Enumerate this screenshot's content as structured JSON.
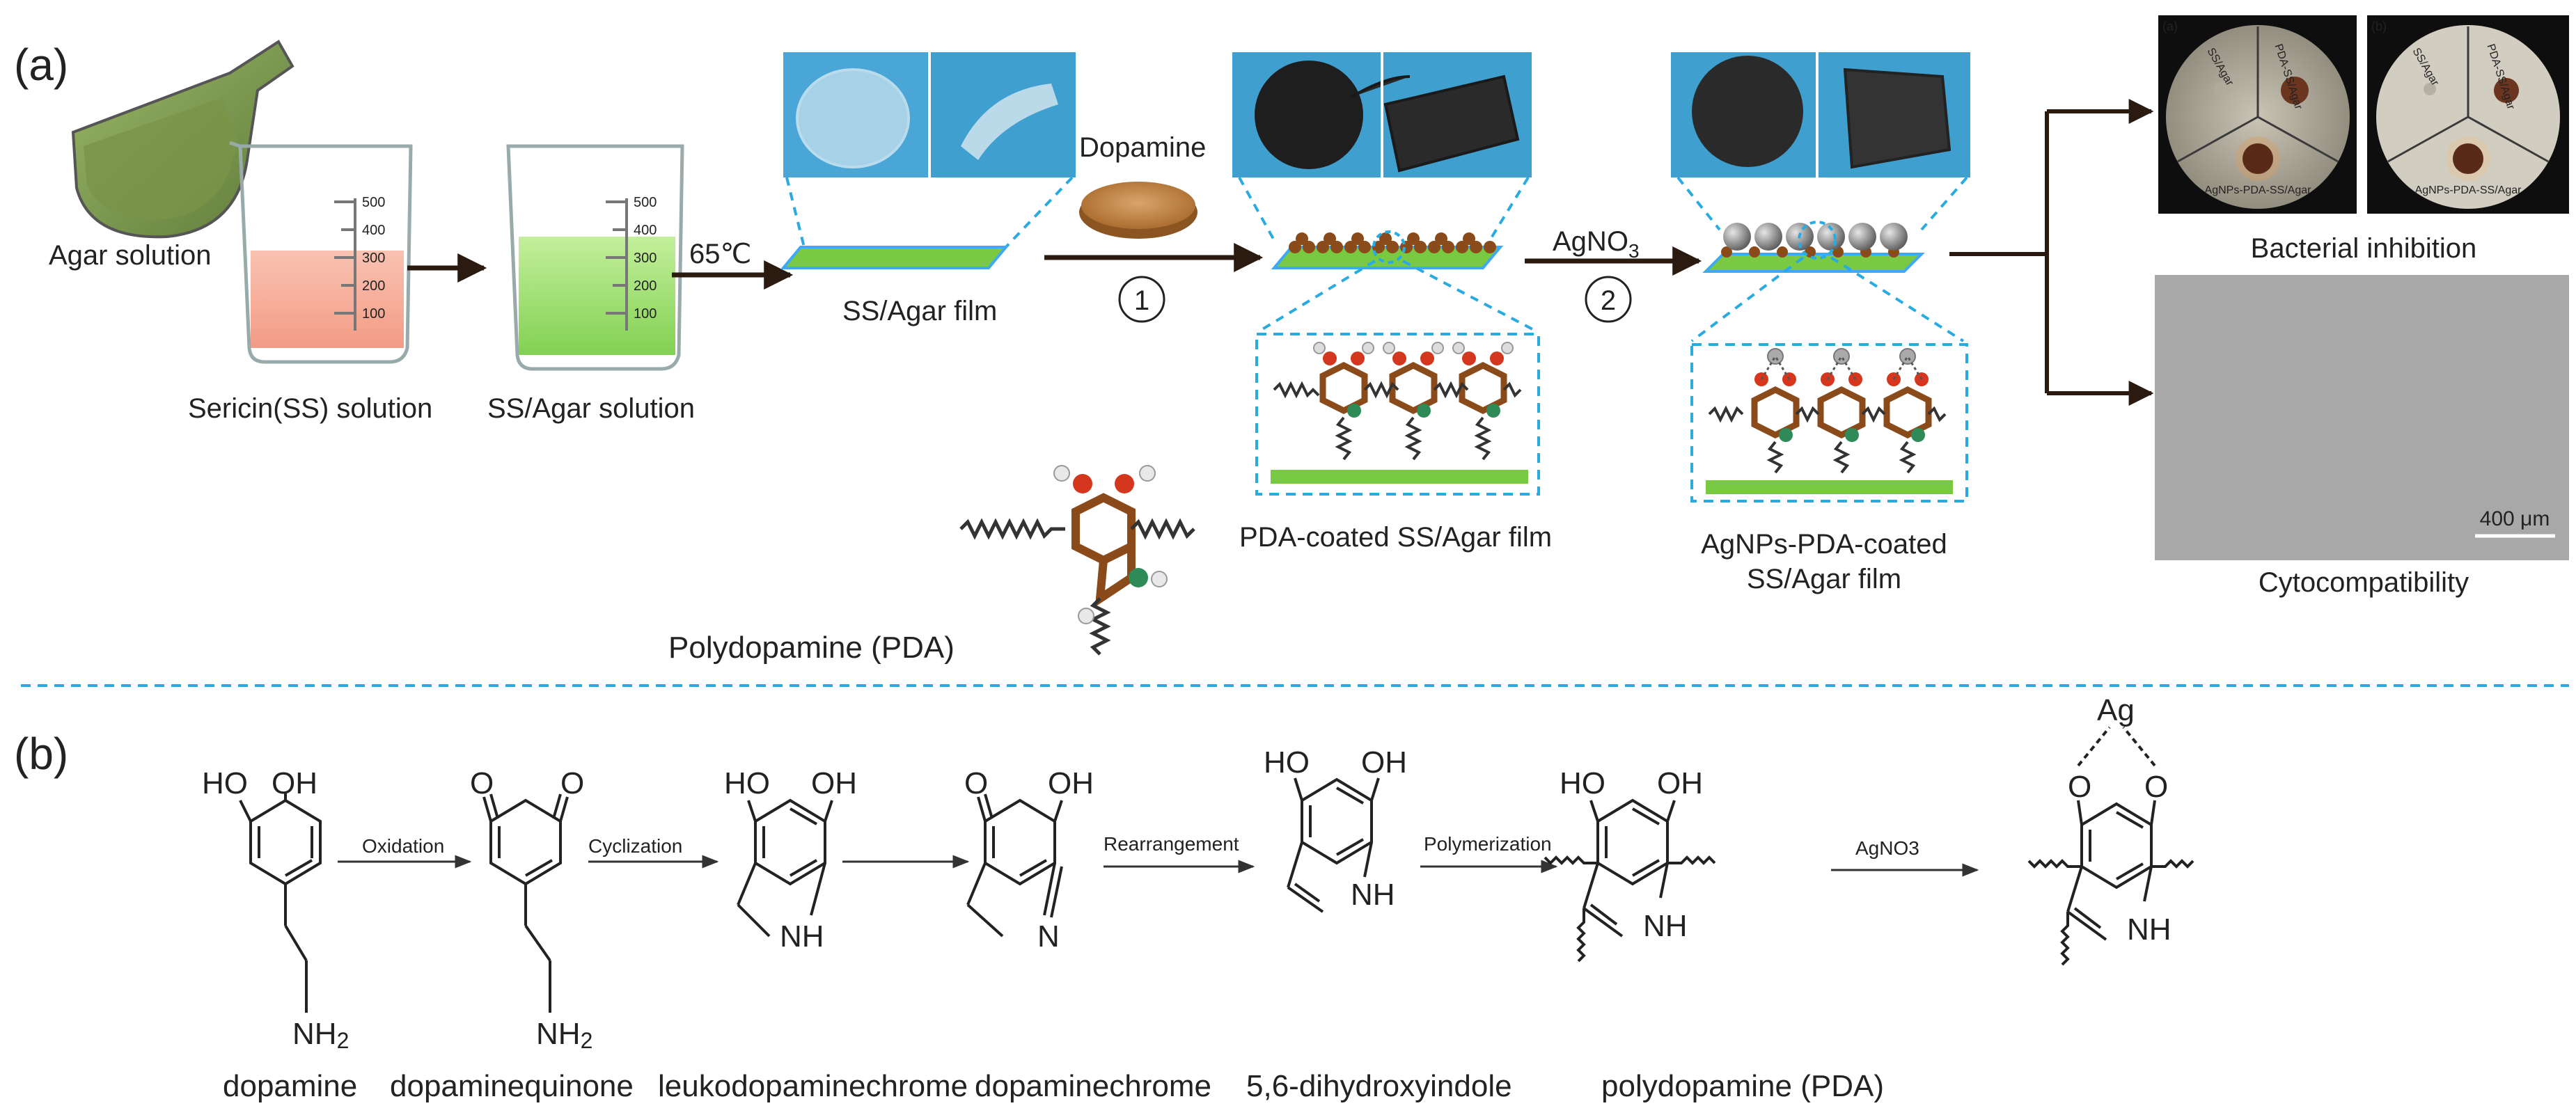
{
  "panel_a": {
    "tag": "(a)",
    "agar_solution": "Agar solution",
    "sericin_solution": "Sericin(SS) solution",
    "ss_agar_solution": "SS/Agar solution",
    "temperature": "65℃",
    "ss_agar_film": "SS/Agar film",
    "dopamine": "Dopamine",
    "step1": "1",
    "agno3": "AgNO",
    "agno3_sub": "3",
    "step2": "2",
    "pda_film": "PDA-coated SS/Agar film",
    "agnps_film_line1": "AgNPs-PDA-coated",
    "agnps_film_line2": "SS/Agar film",
    "polydopamine_label": "Polydopamine (PDA)",
    "bacterial_inhibition": "Bacterial inhibition",
    "cytocompatibility": "Cytocompatibility",
    "scale_bar": "400 μm",
    "beaker_ticks": [
      "500",
      "400",
      "300",
      "200",
      "100"
    ],
    "petri_a": {
      "tag": "(a)",
      "sector1": "SS/Agar",
      "sector2": "PDA-SS/Agar",
      "sector3": "AgNPs-PDA-SS/Agar"
    },
    "petri_b": {
      "tag": "(b)",
      "sector1": "SS/Agar",
      "sector2": "PDA-SS/Agar",
      "sector3": "AgNPs-PDA-SS/Agar"
    }
  },
  "panel_b": {
    "tag": "(b)",
    "ag": "Ag",
    "steps": {
      "oxidation": "Oxidation",
      "cyclization": "Cyclization",
      "rearrangement": "Rearrangement",
      "polymerization": "Polymerization",
      "agno3": "AgNO3"
    },
    "atoms": {
      "ho": "HO",
      "oh": "OH",
      "o": "O",
      "nh": "NH",
      "n": "N",
      "nh2": "NH",
      "nh2_sub": "2"
    },
    "compounds": [
      "dopamine",
      "dopaminequinone",
      "leukodopaminechrome",
      "dopaminechrome",
      "5,6-dihydroxyindole",
      "polydopamine (PDA)"
    ]
  },
  "colors": {
    "divider": "#29abe2",
    "film_green": "#7ac943",
    "film_blue": "#3fa9f5",
    "arrow": "#2b1a10",
    "pda_brown": "#8b4a1a",
    "nitrogen_green": "#2e8b57",
    "oxygen_red": "#d4371d",
    "silver": "#8c8c8c"
  }
}
